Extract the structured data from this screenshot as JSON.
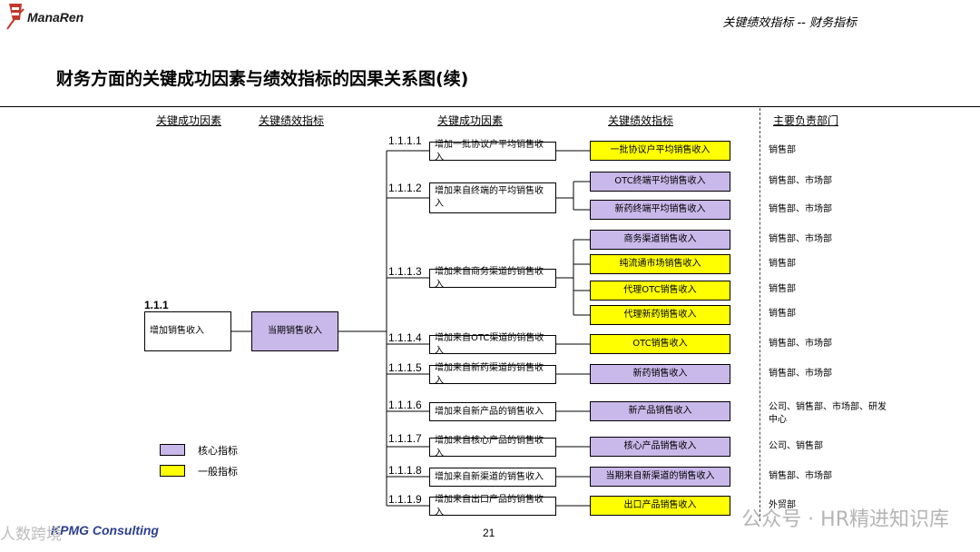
{
  "header": {
    "brand": "ManaRen",
    "section": "关键绩效指标 -- 财务指标"
  },
  "title": "财务方面的关键成功因素与绩效指标的因果关系图(续)",
  "columns": {
    "csf1": "关键成功因素",
    "kpi1": "关键绩效指标",
    "csf2": "关键成功因素",
    "kpi2": "关键绩效指标",
    "dept": "主要负责部门"
  },
  "root": {
    "num": "1.1.1",
    "csf": "增加销售收入",
    "kpi": "当期销售收入"
  },
  "branches": [
    {
      "num": "1.1.1.1",
      "csf": "增加一批协议户平均销售收入"
    },
    {
      "num": "1.1.1.2",
      "csf": "增加来自终端的平均销售收入"
    },
    {
      "num": "1.1.1.3",
      "csf": "增加来自商务渠道的销售收入"
    },
    {
      "num": "1.1.1.4",
      "csf": "增加来自OTC渠道的销售收入"
    },
    {
      "num": "1.1.1.5",
      "csf": "增加来自新药渠道的销售收入"
    },
    {
      "num": "1.1.1.6",
      "csf": "增加来自新产品的销售收入"
    },
    {
      "num": "1.1.1.7",
      "csf": "增加来自核心产品的销售收入"
    },
    {
      "num": "1.1.1.8",
      "csf": "增加来自新渠道的销售收入"
    },
    {
      "num": "1.1.1.9",
      "csf": "增加来自出口产品的销售收入"
    }
  ],
  "kpis": [
    {
      "label": "一批协议户平均销售收入",
      "type": "yellow",
      "dept": "销售部"
    },
    {
      "label": "OTC终端平均销售收入",
      "type": "purple",
      "dept": "销售部、市场部"
    },
    {
      "label": "新药终端平均销售收入",
      "type": "purple",
      "dept": "销售部、市场部"
    },
    {
      "label": "商务渠道销售收入",
      "type": "purple",
      "dept": "销售部、市场部"
    },
    {
      "label": "纯流通市场销售收入",
      "type": "yellow",
      "dept": "销售部"
    },
    {
      "label": "代理OTC销售收入",
      "type": "yellow",
      "dept": "销售部"
    },
    {
      "label": "代理新药销售收入",
      "type": "yellow",
      "dept": "销售部"
    },
    {
      "label": "OTC销售收入",
      "type": "yellow",
      "dept": "销售部、市场部"
    },
    {
      "label": "新药销售收入",
      "type": "purple",
      "dept": "销售部、市场部"
    },
    {
      "label": "新产品销售收入",
      "type": "purple",
      "dept": "公司、销售部、市场部、研发中心"
    },
    {
      "label": "核心产品销售收入",
      "type": "purple",
      "dept": "公司、销售部"
    },
    {
      "label": "当期来自新渠道的销售收入",
      "type": "purple",
      "dept": "销售部、市场部"
    },
    {
      "label": "出口产品销售收入",
      "type": "yellow",
      "dept": "外贸部"
    }
  ],
  "legend": {
    "core": "核心指标",
    "general": "一般指标"
  },
  "colors": {
    "core": "#c9b8ea",
    "general": "#ffff00"
  },
  "footer": {
    "brand": "KPMG Consulting",
    "page": "21"
  },
  "watermark": {
    "right": "公众号 · HR精进知识库",
    "left": "人数跨境"
  }
}
